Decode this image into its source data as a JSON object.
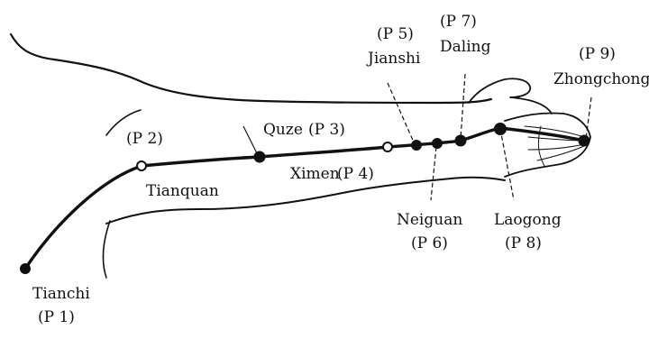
{
  "colors": {
    "ink": "#111111",
    "background": "#ffffff"
  },
  "points": [
    {
      "id": "p1",
      "name": "Tianchi",
      "code": "(P 1)",
      "marker": "filled"
    },
    {
      "id": "p2",
      "name": "Tianquan",
      "code": "(P 2)",
      "marker": "open"
    },
    {
      "id": "p3",
      "name": "Quze",
      "code": "(P 3)",
      "marker": "filled"
    },
    {
      "id": "p4",
      "name": "Ximen",
      "code": "(P 4)",
      "marker": "open"
    },
    {
      "id": "p5",
      "name": "Jianshi",
      "code": "(P 5)",
      "marker": "filled"
    },
    {
      "id": "p6",
      "name": "Neiguan",
      "code": "(P 6)",
      "marker": "filled"
    },
    {
      "id": "p7",
      "name": "Daling",
      "code": "(P 7)",
      "marker": "filled"
    },
    {
      "id": "p8",
      "name": "Laogong",
      "code": "(P 8)",
      "marker": "filled"
    },
    {
      "id": "p9",
      "name": "Zhongchong",
      "code": "(P 9)",
      "marker": "filled"
    }
  ]
}
